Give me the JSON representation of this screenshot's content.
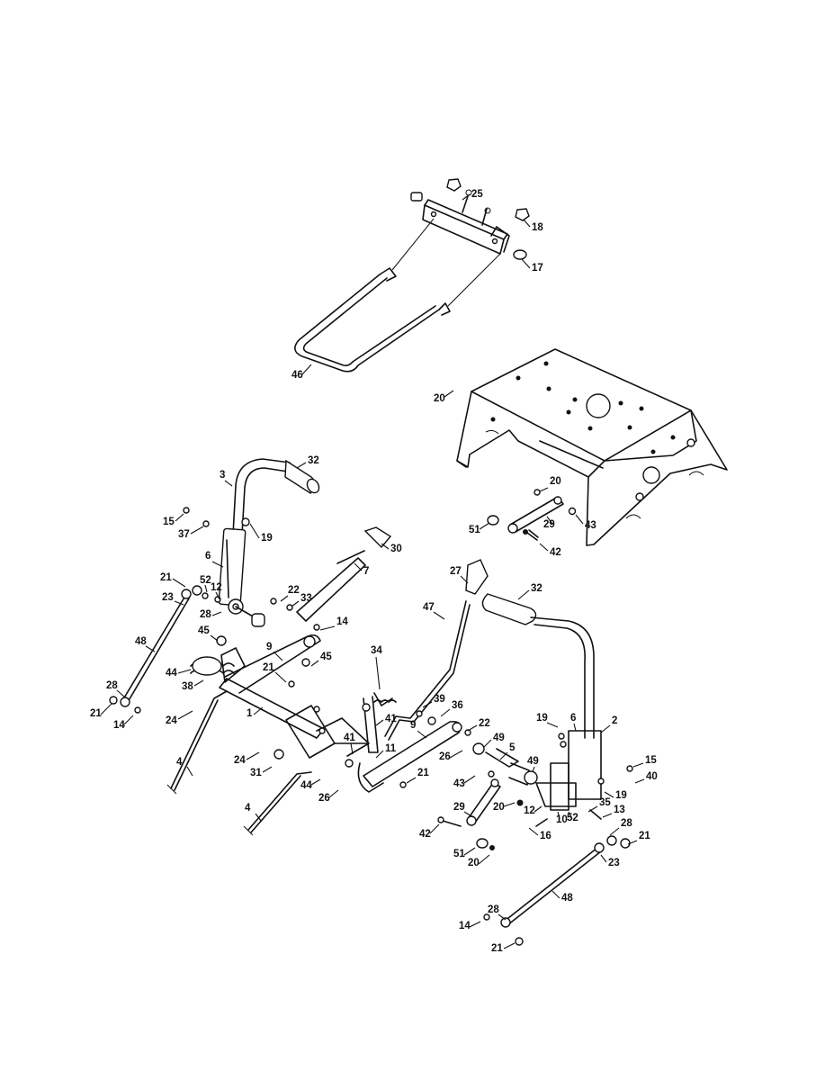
{
  "callouts": [
    {
      "id": "c25a",
      "text": "25"
    },
    {
      "id": "c18",
      "text": "18"
    },
    {
      "id": "c17",
      "text": "17"
    },
    {
      "id": "c46",
      "text": "46"
    },
    {
      "id": "c20a",
      "text": "20"
    },
    {
      "id": "c20b",
      "text": "20"
    },
    {
      "id": "c29a",
      "text": "29"
    },
    {
      "id": "c43a",
      "text": "43"
    },
    {
      "id": "c51a",
      "text": "51"
    },
    {
      "id": "c42a",
      "text": "42"
    },
    {
      "id": "c32a",
      "text": "32"
    },
    {
      "id": "c3",
      "text": "3"
    },
    {
      "id": "c15a",
      "text": "15"
    },
    {
      "id": "c37",
      "text": "37"
    },
    {
      "id": "c19a",
      "text": "19"
    },
    {
      "id": "c6a",
      "text": "6"
    },
    {
      "id": "c30",
      "text": "30"
    },
    {
      "id": "c7",
      "text": "7"
    },
    {
      "id": "c21a",
      "text": "21"
    },
    {
      "id": "c52a",
      "text": "52"
    },
    {
      "id": "c12a",
      "text": "12"
    },
    {
      "id": "c23a",
      "text": "23"
    },
    {
      "id": "c28a",
      "text": "28"
    },
    {
      "id": "c22a",
      "text": "22"
    },
    {
      "id": "c33",
      "text": "33"
    },
    {
      "id": "c14a",
      "text": "14"
    },
    {
      "id": "c27",
      "text": "27"
    },
    {
      "id": "c32b",
      "text": "32"
    },
    {
      "id": "c47",
      "text": "47"
    },
    {
      "id": "c48a",
      "text": "48"
    },
    {
      "id": "c45a",
      "text": "45"
    },
    {
      "id": "c9a",
      "text": "9"
    },
    {
      "id": "c45b",
      "text": "45"
    },
    {
      "id": "c34",
      "text": "34"
    },
    {
      "id": "c44a",
      "text": "44"
    },
    {
      "id": "c38",
      "text": "38"
    },
    {
      "id": "c21b",
      "text": "21"
    },
    {
      "id": "c28b",
      "text": "28"
    },
    {
      "id": "c21c",
      "text": "21"
    },
    {
      "id": "c14b",
      "text": "14"
    },
    {
      "id": "c24a",
      "text": "24"
    },
    {
      "id": "c1",
      "text": "1"
    },
    {
      "id": "c39",
      "text": "39"
    },
    {
      "id": "c36",
      "text": "36"
    },
    {
      "id": "c41a",
      "text": "41"
    },
    {
      "id": "c9b",
      "text": "9"
    },
    {
      "id": "c22b",
      "text": "22"
    },
    {
      "id": "c19b",
      "text": "19"
    },
    {
      "id": "c6b",
      "text": "6"
    },
    {
      "id": "c2",
      "text": "2"
    },
    {
      "id": "c24b",
      "text": "24"
    },
    {
      "id": "c41b",
      "text": "41"
    },
    {
      "id": "c11",
      "text": "11"
    },
    {
      "id": "c26a",
      "text": "26"
    },
    {
      "id": "c49a",
      "text": "49"
    },
    {
      "id": "c5",
      "text": "5"
    },
    {
      "id": "c15b",
      "text": "15"
    },
    {
      "id": "c40",
      "text": "40"
    },
    {
      "id": "c4a",
      "text": "4"
    },
    {
      "id": "c31",
      "text": "31"
    },
    {
      "id": "c21d",
      "text": "21"
    },
    {
      "id": "c44b",
      "text": "44"
    },
    {
      "id": "c26b",
      "text": "26"
    },
    {
      "id": "c43b",
      "text": "43"
    },
    {
      "id": "c49b",
      "text": "49"
    },
    {
      "id": "c19c",
      "text": "19"
    },
    {
      "id": "c20c",
      "text": "20"
    },
    {
      "id": "c12b",
      "text": "12"
    },
    {
      "id": "c35",
      "text": "35"
    },
    {
      "id": "c13",
      "text": "13"
    },
    {
      "id": "c10",
      "text": "10"
    },
    {
      "id": "c52b",
      "text": "52"
    },
    {
      "id": "c29b",
      "text": "29"
    },
    {
      "id": "c42b",
      "text": "42"
    },
    {
      "id": "c16",
      "text": "16"
    },
    {
      "id": "c28c",
      "text": "28"
    },
    {
      "id": "c21e",
      "text": "21"
    },
    {
      "id": "c4b",
      "text": "4"
    },
    {
      "id": "c51b",
      "text": "51"
    },
    {
      "id": "c20d",
      "text": "20"
    },
    {
      "id": "c23b",
      "text": "23"
    },
    {
      "id": "c48b",
      "text": "48"
    },
    {
      "id": "c28d",
      "text": "28"
    },
    {
      "id": "c14c",
      "text": "14"
    },
    {
      "id": "c21f",
      "text": "21"
    }
  ]
}
